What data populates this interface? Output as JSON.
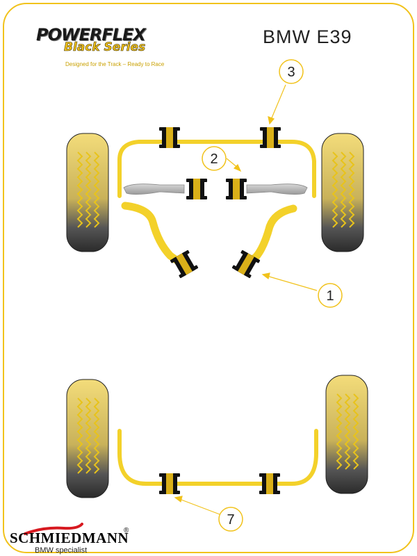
{
  "header": {
    "model": "BMW E39"
  },
  "logo": {
    "main": "POWERFLEX",
    "sub": "Black Series",
    "tagline": "Designed for the Track – Ready to Race"
  },
  "callouts": [
    {
      "id": "callout-1",
      "label": "1"
    },
    {
      "id": "callout-2",
      "label": "2"
    },
    {
      "id": "callout-3",
      "label": "3"
    },
    {
      "id": "callout-7",
      "label": "7"
    }
  ],
  "footer": {
    "brand": "SCHMIEDMANN",
    "reg": "®",
    "subtitle": "BMW specialist"
  },
  "colors": {
    "accent": "#f1c21b",
    "bushing": "#111111",
    "arm": "#b9b9b9",
    "tire_dark": "#2b2b2b",
    "brand_red": "#d71920"
  },
  "icons": [
    "tire-icon",
    "anti-roll-bar-icon",
    "bushing-icon",
    "control-arm-icon",
    "arrow-icon",
    "schmiedmann-s-icon"
  ]
}
